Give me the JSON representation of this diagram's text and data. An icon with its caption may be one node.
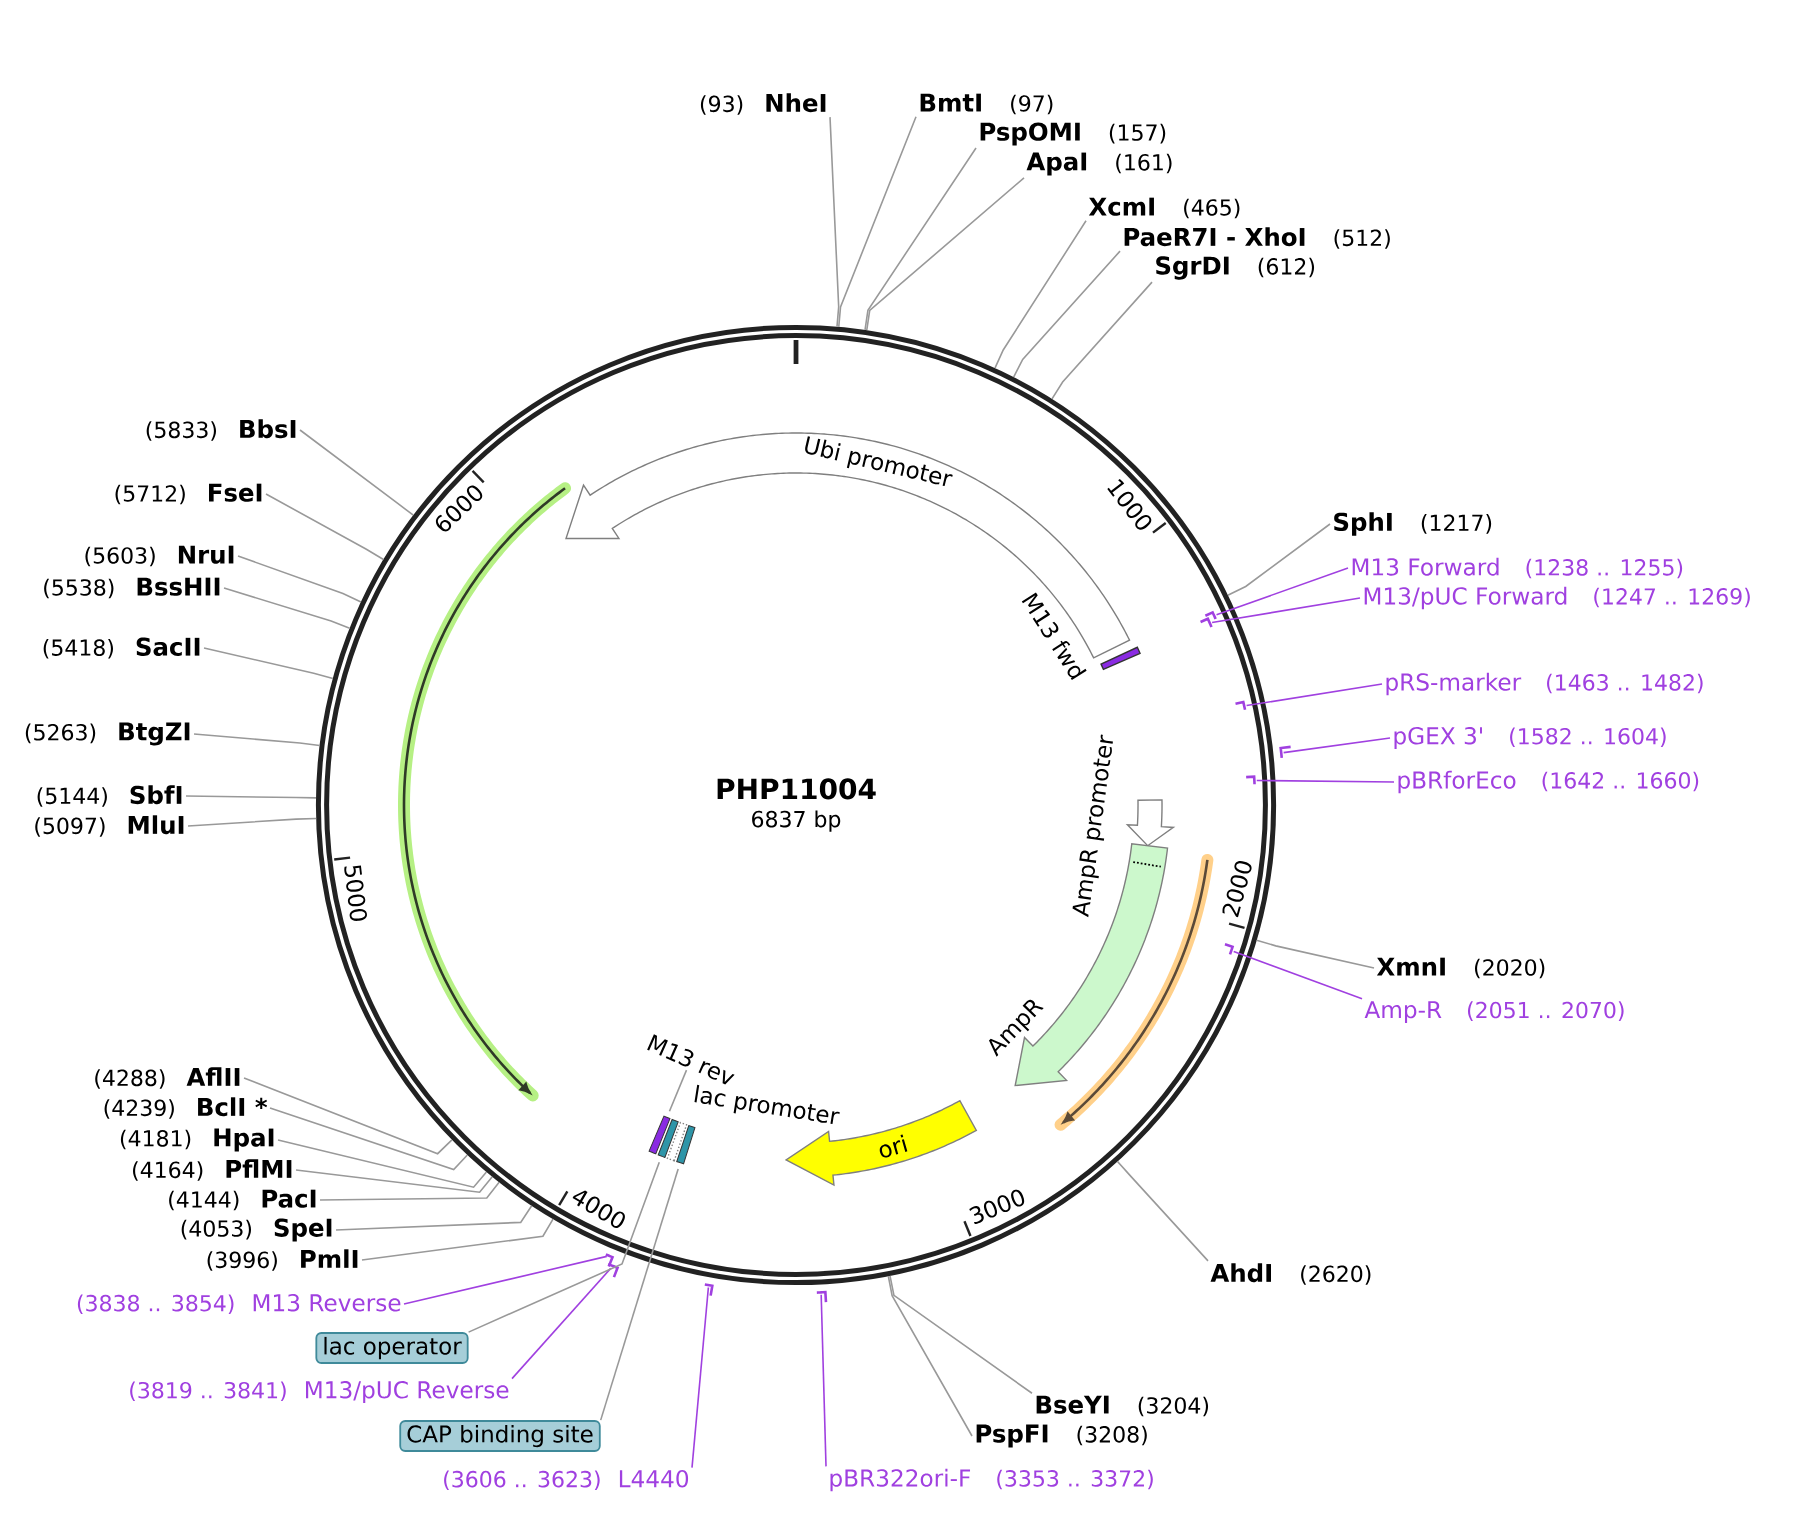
{
  "diagram": {
    "nodes": [
      {
        "text": [
          "(93)",
          "NheI"
        ]
      },
      {
        "text": [
          "BmtI",
          "(97)"
        ]
      },
      {
        "text": [
          "PspOMI",
          "(157)"
        ]
      },
      {
        "text": [
          "ApaI",
          "(161)"
        ]
      },
      {
        "text": [
          "XcmI",
          "(465)"
        ]
      },
      {
        "text": [
          "PaeR7I - XhoI",
          "(512)"
        ]
      },
      {
        "text": [
          "SgrDI",
          "(612)"
        ]
      },
      {
        "text": [
          "SphI",
          "(1217)"
        ]
      },
      {
        "text": [
          "M13 Forward",
          "(1238 .. 1255)"
        ]
      },
      {
        "text": [
          "M13/pUC Forward",
          "(1247 .. 1269)"
        ]
      },
      {
        "text": [
          "pRS-marker",
          "(1463 .. 1482)"
        ]
      },
      {
        "text": [
          "pGEX 3'",
          "(1582 .. 1604)"
        ]
      },
      {
        "text": [
          "pBRforEco",
          "(1642 .. 1660)"
        ]
      },
      {
        "text": [
          "XmnI",
          "(2020)"
        ]
      },
      {
        "text": [
          "Amp-R",
          "(2051 .. 2070)"
        ]
      },
      {
        "text": [
          "AhdI",
          "(2620)"
        ]
      },
      {
        "text": [
          "BseYI",
          "(3204)"
        ]
      },
      {
        "text": [
          "PspFI",
          "(3208)"
        ]
      },
      {
        "text": [
          "pBR322ori-F",
          "(3353 .. 3372)"
        ]
      },
      {
        "text": [
          "(3606 .. 3623)",
          "L4440"
        ]
      },
      {
        "text": [
          "CAP binding site"
        ]
      },
      {
        "text": [
          "(3819 .. 3841)",
          "M13/pUC Reverse"
        ]
      },
      {
        "text": [
          "lac operator"
        ]
      },
      {
        "text": [
          "(3838 .. 3854)",
          "M13 Reverse"
        ]
      },
      {
        "text": [
          "(3996)",
          "PmlI"
        ]
      },
      {
        "text": [
          "(4053)",
          "SpeI"
        ]
      },
      {
        "text": [
          "(4144)",
          "PacI"
        ]
      },
      {
        "text": [
          "(4164)",
          "PflMI"
        ]
      },
      {
        "text": [
          "(4181)",
          "HpaI"
        ]
      },
      {
        "text": [
          "(4239)",
          "BclI *"
        ]
      },
      {
        "text": [
          "(4288)",
          "AflII"
        ]
      },
      {
        "text": [
          "(5097)",
          "MluI"
        ]
      },
      {
        "text": [
          "(5144)",
          "SbfI"
        ]
      },
      {
        "text": [
          "(5263)",
          "BtgZI"
        ]
      },
      {
        "text": [
          "(5418)",
          "SacII"
        ]
      },
      {
        "text": [
          "(5538)",
          "BssHII"
        ]
      },
      {
        "text": [
          "(5603)",
          "NruI"
        ]
      },
      {
        "text": [
          "(5712)",
          "FseI"
        ]
      },
      {
        "text": [
          "(5833)",
          "BbsI"
        ]
      },
      {
        "text": [
          "PHP11004",
          "6837 bp"
        ]
      },
      {
        "text": [
          "Ubi promoter"
        ],
        "in": 39
      },
      {
        "text": [
          "M13 fwd"
        ],
        "in": 39
      },
      {
        "text": [
          "AmpR promoter"
        ],
        "in": 39
      },
      {
        "text": [
          "AmpR"
        ],
        "in": 39
      },
      {
        "text": [],
        "shape": "arrow",
        "in": 39
      },
      {
        "text": [
          "ori"
        ],
        "in": 39
      },
      {
        "text": [
          "M13 rev"
        ],
        "in": 39
      },
      {
        "text": [],
        "shape": "bar",
        "in": 39
      },
      {
        "text": [],
        "shape": "bar",
        "in": 39
      },
      {
        "text": [
          "lac promoter"
        ],
        "in": 39
      },
      {
        "text": [],
        "shape": "bar",
        "in": 39
      },
      {
        "text": [],
        "shape": "arrow",
        "in": 39
      },
      {
        "text": [],
        "shape": "bar",
        "in": 39
      },
      {
        "text": [],
        "shape": "bar",
        "in": 39
      },
      {
        "text": [],
        "shape": "bar",
        "in": 39
      },
      {
        "text": [],
        "shape": "bar"
      },
      {
        "text": [],
        "shape": "bar",
        "in": 39
      },
      {
        "text": [],
        "shape": "bar",
        "in": 39
      },
      {
        "text": [],
        "shape": "bar"
      },
      {
        "text": [],
        "shape": "bar"
      },
      {
        "text": [],
        "shape": "bar",
        "in": 39
      },
      {
        "text": [],
        "shape": "bar",
        "in": 39
      }
    ],
    "edges": [
      {
        "from": 0,
        "to": 39,
        "arrow": "none"
      },
      {
        "from": 1,
        "to": 39,
        "arrow": "none"
      },
      {
        "from": 2,
        "to": 39,
        "arrow": "none"
      },
      {
        "from": 3,
        "to": 39,
        "arrow": "none"
      },
      {
        "from": 4,
        "to": 39,
        "arrow": "none"
      },
      {
        "from": 5,
        "to": 39,
        "arrow": "none"
      },
      {
        "from": 6,
        "to": 39,
        "arrow": "none"
      },
      {
        "from": 7,
        "to": 39,
        "arrow": "none"
      },
      {
        "from": 8,
        "to": 52,
        "arrow": "none",
        "color": "#a040e0"
      },
      {
        "from": 9,
        "to": 53,
        "arrow": "none",
        "color": "#a040e0"
      },
      {
        "from": 10,
        "to": 54,
        "arrow": "none",
        "color": "#a040e0"
      },
      {
        "from": 11,
        "to": 55,
        "arrow": "none",
        "color": "#a040e0"
      },
      {
        "from": 12,
        "to": 56,
        "arrow": "none",
        "color": "#a040e0"
      },
      {
        "from": 13,
        "to": 39,
        "arrow": "none"
      },
      {
        "from": 14,
        "to": 57,
        "arrow": "none",
        "color": "#a040e0"
      },
      {
        "from": 15,
        "to": 39,
        "arrow": "none"
      },
      {
        "from": 16,
        "to": 39,
        "arrow": "none"
      },
      {
        "from": 17,
        "to": 39,
        "arrow": "none"
      },
      {
        "from": 18,
        "to": 58,
        "arrow": "none",
        "color": "#a040e0"
      },
      {
        "from": 19,
        "to": 59,
        "arrow": "none",
        "color": "#a040e0"
      },
      {
        "from": 20,
        "to": 50,
        "arrow": "none"
      },
      {
        "from": 21,
        "to": 60,
        "arrow": "none",
        "color": "#a040e0"
      },
      {
        "from": 22,
        "to": 48,
        "arrow": "none"
      },
      {
        "from": 23,
        "to": 61,
        "arrow": "none",
        "color": "#a040e0"
      },
      {
        "from": 24,
        "to": 39,
        "arrow": "none"
      },
      {
        "from": 25,
        "to": 39,
        "arrow": "none"
      },
      {
        "from": 26,
        "to": 39,
        "arrow": "none"
      },
      {
        "from": 27,
        "to": 39,
        "arrow": "none"
      },
      {
        "from": 28,
        "to": 39,
        "arrow": "none"
      },
      {
        "from": 29,
        "to": 39,
        "arrow": "none"
      },
      {
        "from": 30,
        "to": 39,
        "arrow": "none"
      },
      {
        "from": 31,
        "to": 39,
        "arrow": "none"
      },
      {
        "from": 32,
        "to": 39,
        "arrow": "none"
      },
      {
        "from": 33,
        "to": 39,
        "arrow": "none"
      },
      {
        "from": 34,
        "to": 39,
        "arrow": "none"
      },
      {
        "from": 35,
        "to": 39,
        "arrow": "none"
      },
      {
        "from": 36,
        "to": 39,
        "arrow": "none"
      },
      {
        "from": 37,
        "to": 39,
        "arrow": "none"
      },
      {
        "from": 38,
        "to": 39,
        "arrow": "none"
      },
      {
        "from": 46,
        "to": 47,
        "arrow": "none"
      }
    ],
    "labels": [
      "1000",
      "2000",
      "3000",
      "4000",
      "5000",
      "6000"
    ]
  }
}
